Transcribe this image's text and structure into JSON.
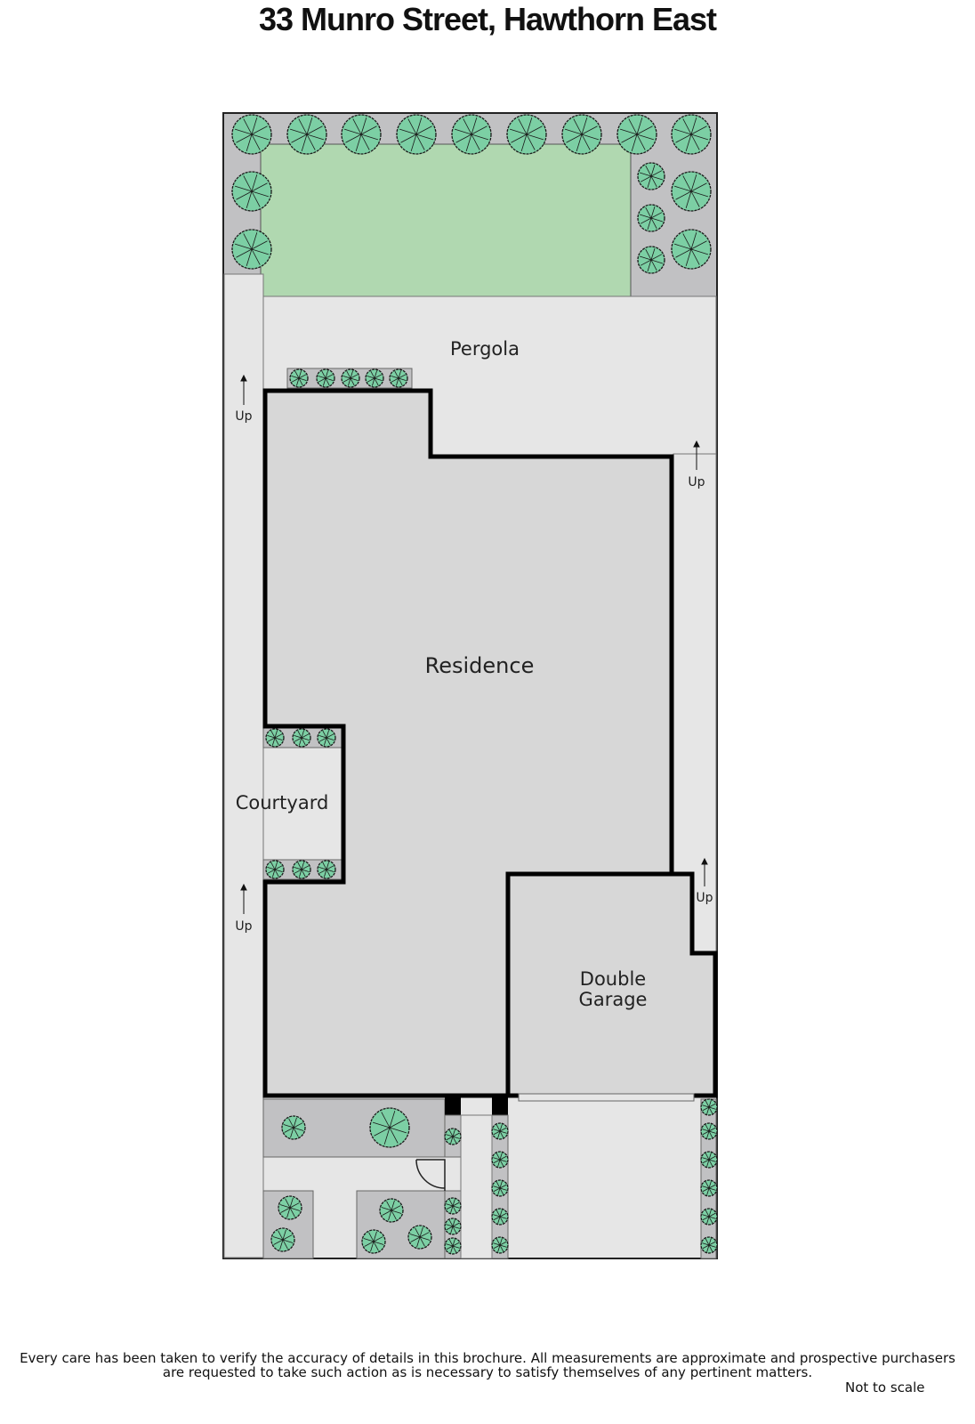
{
  "title": "33 Munro Street, Hawthorn East",
  "rooms": {
    "pergola": "Pergola",
    "residence": "Residence",
    "courtyard": "Courtyard",
    "garage_line1": "Double",
    "garage_line2": "Garage"
  },
  "stairs": {
    "up1": "Up",
    "up2": "Up",
    "up3": "Up",
    "up4": "Up"
  },
  "footer": {
    "disclaimer_line1": "Every care has been taken to verify the accuracy of details in this brochure.  All measurements are approximate and prospective purchasers",
    "disclaimer_line2": "are requested to take such action as is necessary to satisfy themselves of any pertinent matters.",
    "scale_note": "Not to scale"
  },
  "colors": {
    "lawn": "#b0d8b0",
    "bed": "#c1c1c3",
    "paving": "#e6e6e6",
    "building": "#d7d7d7",
    "tree": "#7ccfa4"
  }
}
